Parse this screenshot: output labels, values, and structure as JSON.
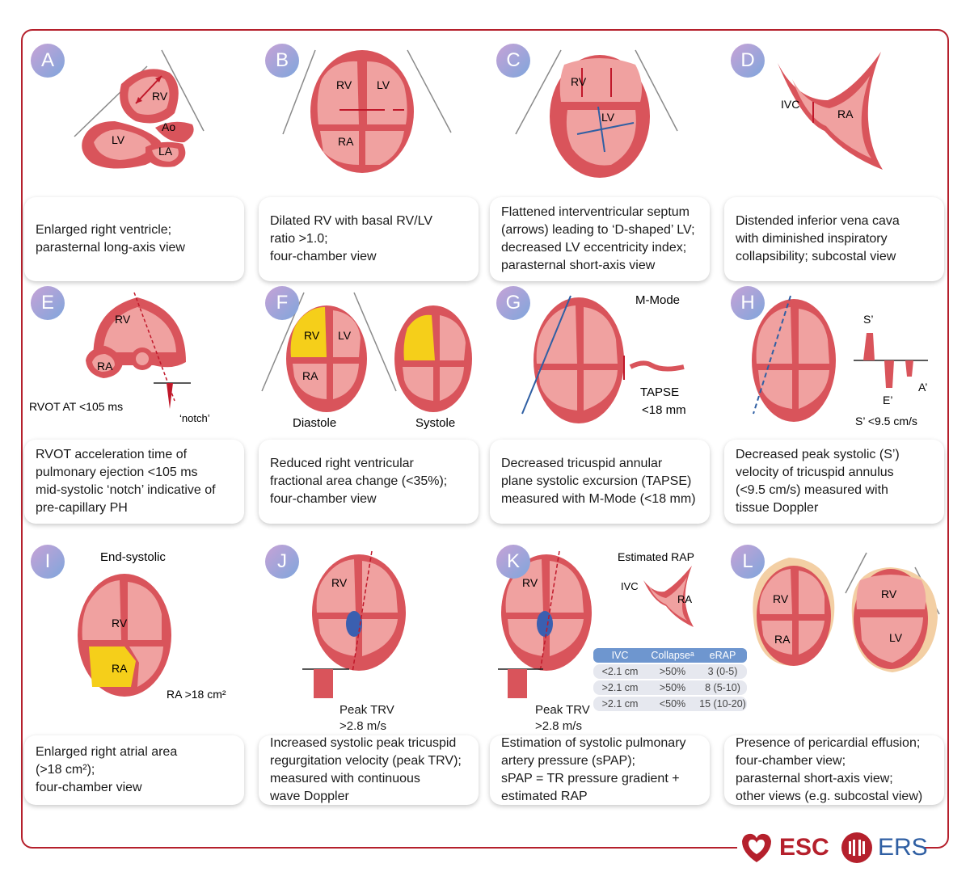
{
  "colors": {
    "frame": "#b5202c",
    "tissue": "#d9545b",
    "tissue_light": "#f0a1a0",
    "highlight": "#f5cf1a",
    "arrow_red": "#c0182a",
    "arrow_blue": "#2f5fa3",
    "effusion": "#f3cfa4"
  },
  "panels": [
    {
      "letter": "A",
      "caption": "Enlarged right ventricle;\nparasternal long-axis view",
      "labels": {
        "rv": "RV",
        "lv": "LV",
        "ao": "Ao",
        "la": "LA"
      }
    },
    {
      "letter": "B",
      "caption": "Dilated RV with basal RV/LV\nratio >1.0;\nfour-chamber view",
      "labels": {
        "rv": "RV",
        "lv": "LV",
        "ra": "RA"
      }
    },
    {
      "letter": "C",
      "caption": "Flattened interventricular septum\n(arrows) leading to ‘D-shaped’ LV;\ndecreased LV eccentricity index;\nparasternal short-axis view",
      "labels": {
        "rv": "RV",
        "lv": "LV"
      }
    },
    {
      "letter": "D",
      "caption": "Distended inferior vena cava\nwith diminished inspiratory\ncollapsibility; subcostal view",
      "labels": {
        "ivc": "IVC",
        "ra": "RA"
      }
    },
    {
      "letter": "E",
      "caption": "RVOT acceleration time of\npulmonary ejection <105 ms\nmid-systolic ‘notch’ indicative of\npre-capillary PH",
      "labels": {
        "rv": "RV",
        "ra": "RA",
        "rvot": "RVOT AT <105 ms",
        "notch": "‘notch’"
      }
    },
    {
      "letter": "F",
      "caption": "Reduced right ventricular\nfractional area change (<35%);\nfour-chamber view",
      "labels": {
        "rv": "RV",
        "lv": "LV",
        "ra": "RA",
        "diastole": "Diastole",
        "systole": "Systole"
      }
    },
    {
      "letter": "G",
      "caption": "Decreased tricuspid annular\nplane systolic excursion (TAPSE)\nmeasured with M-Mode (<18 mm)",
      "labels": {
        "mmode": "M-Mode",
        "tapse": "TAPSE",
        "tapse_val": "<18 mm"
      }
    },
    {
      "letter": "H",
      "caption": "Decreased peak systolic (S’)\nvelocity of tricuspid annulus\n(<9.5 cm/s) measured with\ntissue Doppler",
      "labels": {
        "s": "S’",
        "a": "A’",
        "e": "E’",
        "sval": "S’ <9.5 cm/s"
      }
    },
    {
      "letter": "I",
      "caption": "Enlarged right atrial area\n(>18 cm²);\nfour-chamber view",
      "labels": {
        "endsys": "End-systolic",
        "rv": "RV",
        "ra": "RA",
        "ra_area": "RA >18 cm²"
      }
    },
    {
      "letter": "J",
      "caption": "Increased systolic peak tricuspid\nregurgitation velocity (peak TRV);\nmeasured with continuous\nwave Doppler",
      "labels": {
        "rv": "RV",
        "trv": "Peak TRV",
        "trv_val": ">2.8 m/s"
      }
    },
    {
      "letter": "K",
      "caption": "Estimation of systolic pulmonary\nartery pressure (sPAP);\nsPAP = TR pressure gradient +\nestimated RAP",
      "labels": {
        "rv": "RV",
        "erap_title": "Estimated RAP",
        "ivc": "IVC",
        "ra": "RA",
        "trv": "Peak TRV",
        "trv_val": ">2.8 m/s"
      }
    },
    {
      "letter": "L",
      "caption": "Presence of pericardial effusion;\nfour-chamber view;\nparasternal short-axis view;\nother views (e.g. subcostal view)",
      "labels": {
        "rv": "RV",
        "ra": "RA",
        "rv2": "RV",
        "lv": "LV"
      }
    }
  ],
  "erap_table": {
    "headers": [
      "IVC",
      "Collapseᵃ",
      "eRAP"
    ],
    "rows": [
      [
        "<2.1 cm",
        ">50%",
        "3 (0-5)"
      ],
      [
        ">2.1 cm",
        ">50%",
        "8 (5-10)"
      ],
      [
        ">2.1 cm",
        "<50%",
        "15 (10-20)"
      ]
    ]
  },
  "logo": {
    "esc": "ESC",
    "ers": "ERS"
  }
}
